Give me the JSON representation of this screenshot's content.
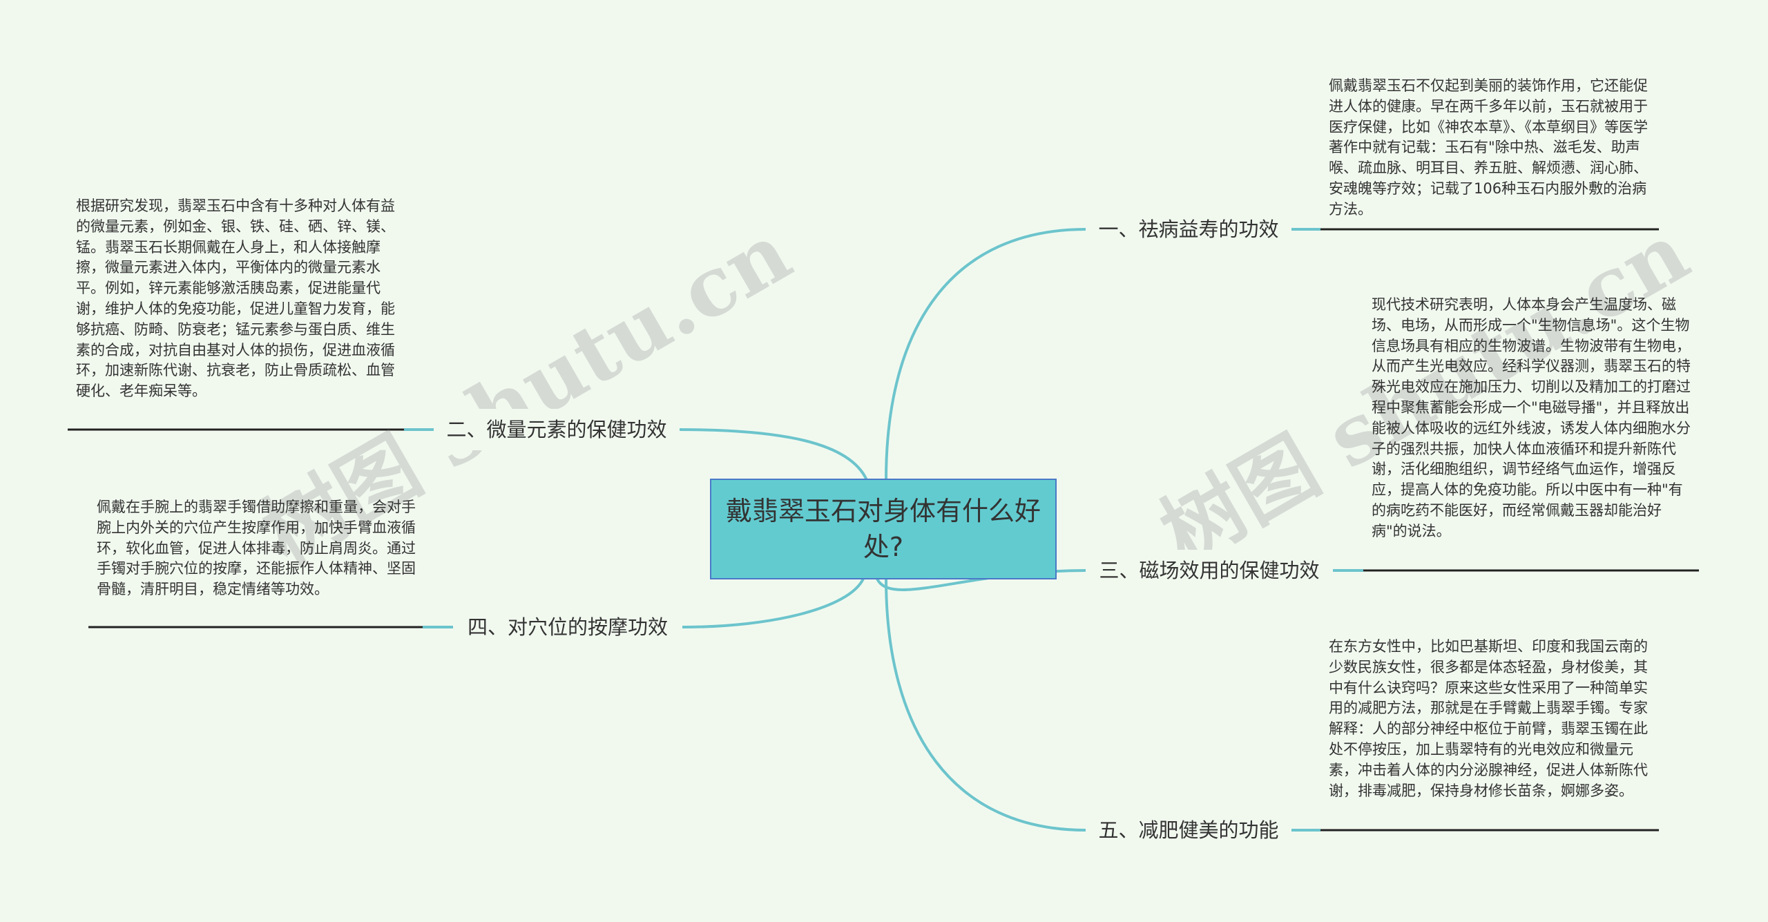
{
  "watermarks": [
    "树图 shutu.cn",
    "树图 shutu.cn"
  ],
  "center": "戴翡翠玉石对身体有什么好处?",
  "branches": [
    {
      "title": "一、祛病益寿的功效",
      "detail": "佩戴翡翠玉石不仅起到美丽的装饰作用，它还能促进人体的健康。早在两千多年以前，玉石就被用于医疗保健，比如《神农本草》、《本草纲目》等医学著作中就有记载：玉石有\"除中热、滋毛发、助声喉、疏血脉、明耳目、养五脏、解烦懑、润心肺、安魂魄等疗效；记载了106种玉石内服外敷的治病方法。"
    },
    {
      "title": "二、微量元素的保健功效",
      "detail": "根据研究发现，翡翠玉石中含有十多种对人体有益的微量元素，例如金、银、铁、硅、硒、锌、镁、锰。翡翠玉石长期佩戴在人身上，和人体接触摩擦，微量元素进入体内，平衡体内的微量元素水平。例如，锌元素能够激活胰岛素，促进能量代谢，维护人体的免疫功能，促进儿童智力发育，能够抗癌、防畸、防衰老；锰元素参与蛋白质、维生素的合成，对抗自由基对人体的损伤，促进血液循环，加速新陈代谢、抗衰老，防止骨质疏松、血管硬化、老年痴呆等。"
    },
    {
      "title": "三、磁场效用的保健功效",
      "detail": "现代技术研究表明，人体本身会产生温度场、磁场、电场，从而形成一个\"生物信息场\"。这个生物信息场具有相应的生物波谱。生物波带有生物电，从而产生光电效应。经科学仪器测，翡翠玉石的特殊光电效应在施加压力、切削以及精加工的打磨过程中聚焦蓄能会形成一个\"电磁导播\"，并且释放出能被人体吸收的远红外线波，诱发人体内细胞水分子的强烈共振，加快人体血液循环和提升新陈代谢，活化细胞组织，调节经络气血运作，增强反应，提高人体的免疫功能。所以中医中有一种\"有的病吃药不能医好，而经常佩戴玉器却能治好病\"的说法。"
    },
    {
      "title": "四、对穴位的按摩功效",
      "detail": "佩戴在手腕上的翡翠手镯借助摩擦和重量，会对手腕上内外关的穴位产生按摩作用，加快手臂血液循环，软化血管，促进人体排毒，防止肩周炎。通过手镯对手腕穴位的按摩，还能振作人体精神、坚固骨髓，清肝明目，稳定情绪等功效。"
    },
    {
      "title": "五、减肥健美的功能",
      "detail": "在东方女性中，比如巴基斯坦、印度和我国云南的少数民族女性，很多都是体态轻盈，身材俊美，其中有什么诀窍吗？原来这些女性采用了一种简单实用的减肥方法，那就是在手臂戴上翡翠手镯。专家解释：人的部分神经中枢位于前臂，翡翠玉镯在此处不停按压，加上翡翠特有的光电效应和微量元素，冲击着人体的内分泌腺神经，促进人体新陈代谢，排毒减肥，保持身材修长苗条，婀娜多姿。"
    }
  ],
  "colors": {
    "background": "#f1f9ef",
    "center_fill": "#62cbd0",
    "center_border": "#4a79c7",
    "connector": "#6cc4cc",
    "underline": "#222222",
    "text": "#333333"
  }
}
